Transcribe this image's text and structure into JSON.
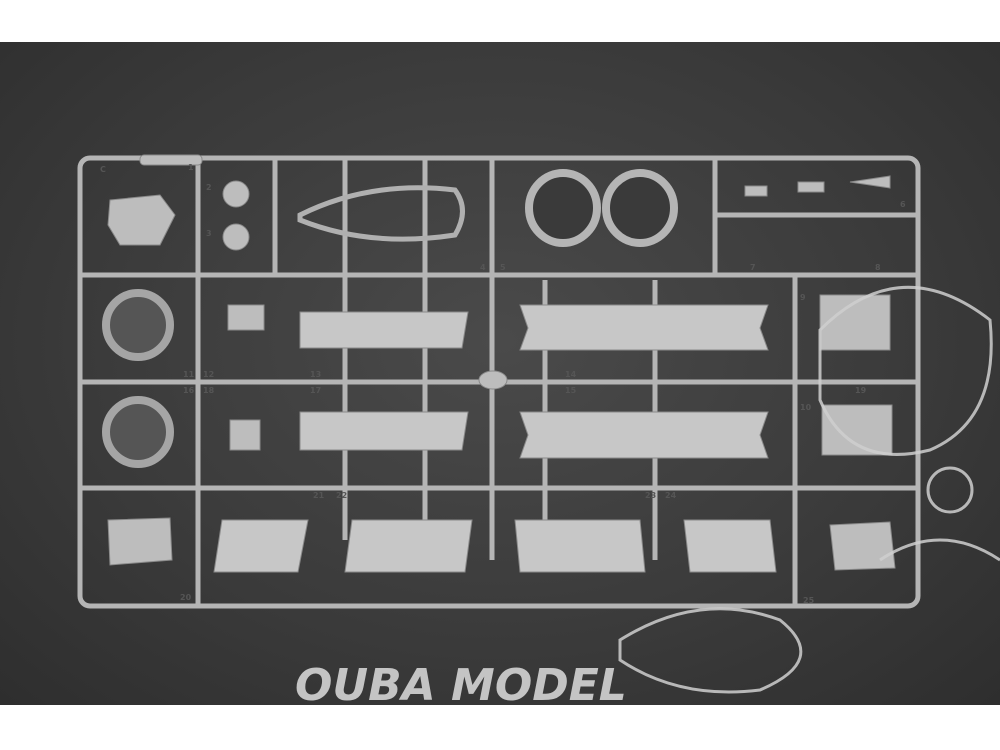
{
  "sprue": {
    "letter": "C",
    "part_numbers": [
      "1",
      "2",
      "3",
      "4",
      "5",
      "6",
      "7",
      "8",
      "9",
      "10",
      "11",
      "12",
      "13",
      "14",
      "15",
      "16",
      "17",
      "18",
      "19",
      "20",
      "21",
      "22",
      "23",
      "24",
      "25"
    ],
    "plastic_color": "#b9b9b9",
    "background_color": "#3c3c3c"
  },
  "watermark": {
    "text": "OUBA MODEL"
  }
}
